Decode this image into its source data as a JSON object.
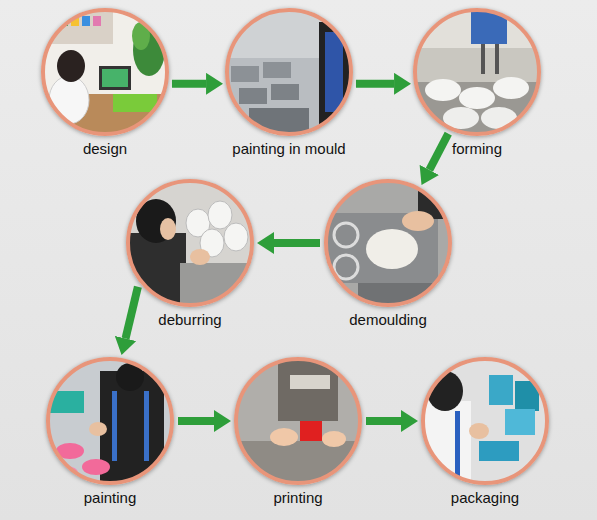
{
  "diagram": {
    "nodes": [
      {
        "text": [
          "design"
        ]
      },
      {
        "text": [
          "painting in mould"
        ]
      },
      {
        "text": [
          "forming"
        ]
      },
      {
        "text": [
          "demoulding"
        ]
      },
      {
        "text": [
          "deburring"
        ]
      },
      {
        "text": [
          "painting"
        ]
      },
      {
        "text": [
          "printing"
        ]
      },
      {
        "text": [
          "packaging"
        ]
      }
    ],
    "edges": [
      {
        "from": 0,
        "to": 1,
        "arrow": "to"
      },
      {
        "from": 1,
        "to": 2,
        "arrow": "to"
      },
      {
        "from": 2,
        "to": 3,
        "arrow": "to"
      },
      {
        "from": 3,
        "to": 4,
        "arrow": "to"
      },
      {
        "from": 4,
        "to": 5,
        "arrow": "to"
      },
      {
        "from": 5,
        "to": 6,
        "arrow": "to"
      },
      {
        "from": 6,
        "to": 7,
        "arrow": "to"
      }
    ]
  }
}
